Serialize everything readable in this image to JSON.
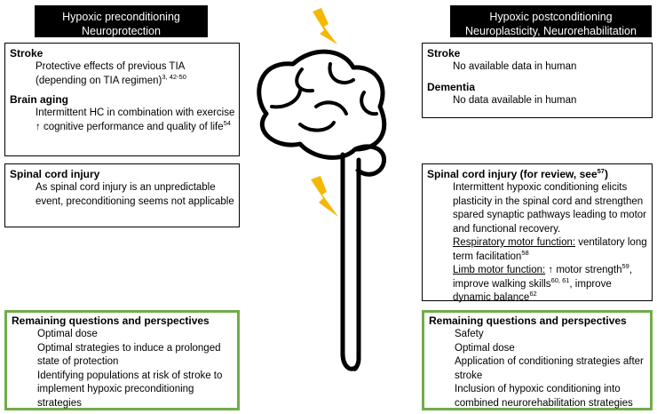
{
  "left": {
    "header": {
      "line1": "Hypoxic preconditioning",
      "line2": "Neuroprotection"
    },
    "stroke_box": {
      "stroke_title": "Stroke",
      "stroke_item": {
        "text": "Protective effects of previous TIA (depending on TIA regimen)",
        "sup": "3, 42-50"
      },
      "aging_title": "Brain aging",
      "aging_item": {
        "text": "Intermittent HC in combination with exercise ↑ cognitive performance and quality of life",
        "sup": "54"
      }
    },
    "sci_box": {
      "title": "Spinal cord injury",
      "item": "As spinal cord injury is an unpredictable event, preconditioning seems not applicable"
    },
    "questions_box": {
      "title": "Remaining questions and perspectives",
      "items": [
        "Optimal dose",
        "Optimal strategies to induce a prolonged state of protection",
        "Identifying populations at risk of stroke to implement hypoxic preconditioning strategies"
      ]
    }
  },
  "right": {
    "header": {
      "line1": "Hypoxic postconditioning",
      "line2": "Neuroplasticity, Neurorehabilitation"
    },
    "stroke_box": {
      "stroke_title": "Stroke",
      "stroke_item": "No available data in human",
      "dementia_title": "Dementia",
      "dementia_item": "No data available in human"
    },
    "sci_box": {
      "title": "Spinal cord injury (for review, see",
      "title_sup": "57",
      "title_end": ")",
      "item1": "Intermittent hypoxic conditioning elicits plasticity in the spinal cord and strengthen spared synaptic pathways leading to motor and functional recovery.",
      "resp_label": "Respiratory motor function:",
      "resp_text": " ventilatory long term facilitation",
      "resp_sup": "58",
      "limb_label": "Limb motor function:",
      "limb_a": " ↑ motor strength",
      "limb_sup1": "59",
      "limb_b": ", improve walking skills",
      "limb_sup2": "60, 61",
      "limb_c": ", improve dynamic balance",
      "limb_sup3": "62"
    },
    "questions_box": {
      "title": "Remaining questions and perspectives",
      "items": [
        "Safety",
        "Optimal dose",
        "Application of conditioning strategies after stroke",
        "Inclusion of hypoxic conditioning into combined neurorehabilitation strategies"
      ]
    }
  },
  "colors": {
    "lightning": "#f5b800",
    "green_border": "#70ad47",
    "header_bg": "#000000"
  },
  "icons": [
    "brain-spinal-cord-icon",
    "lightning-bolt-icon"
  ]
}
